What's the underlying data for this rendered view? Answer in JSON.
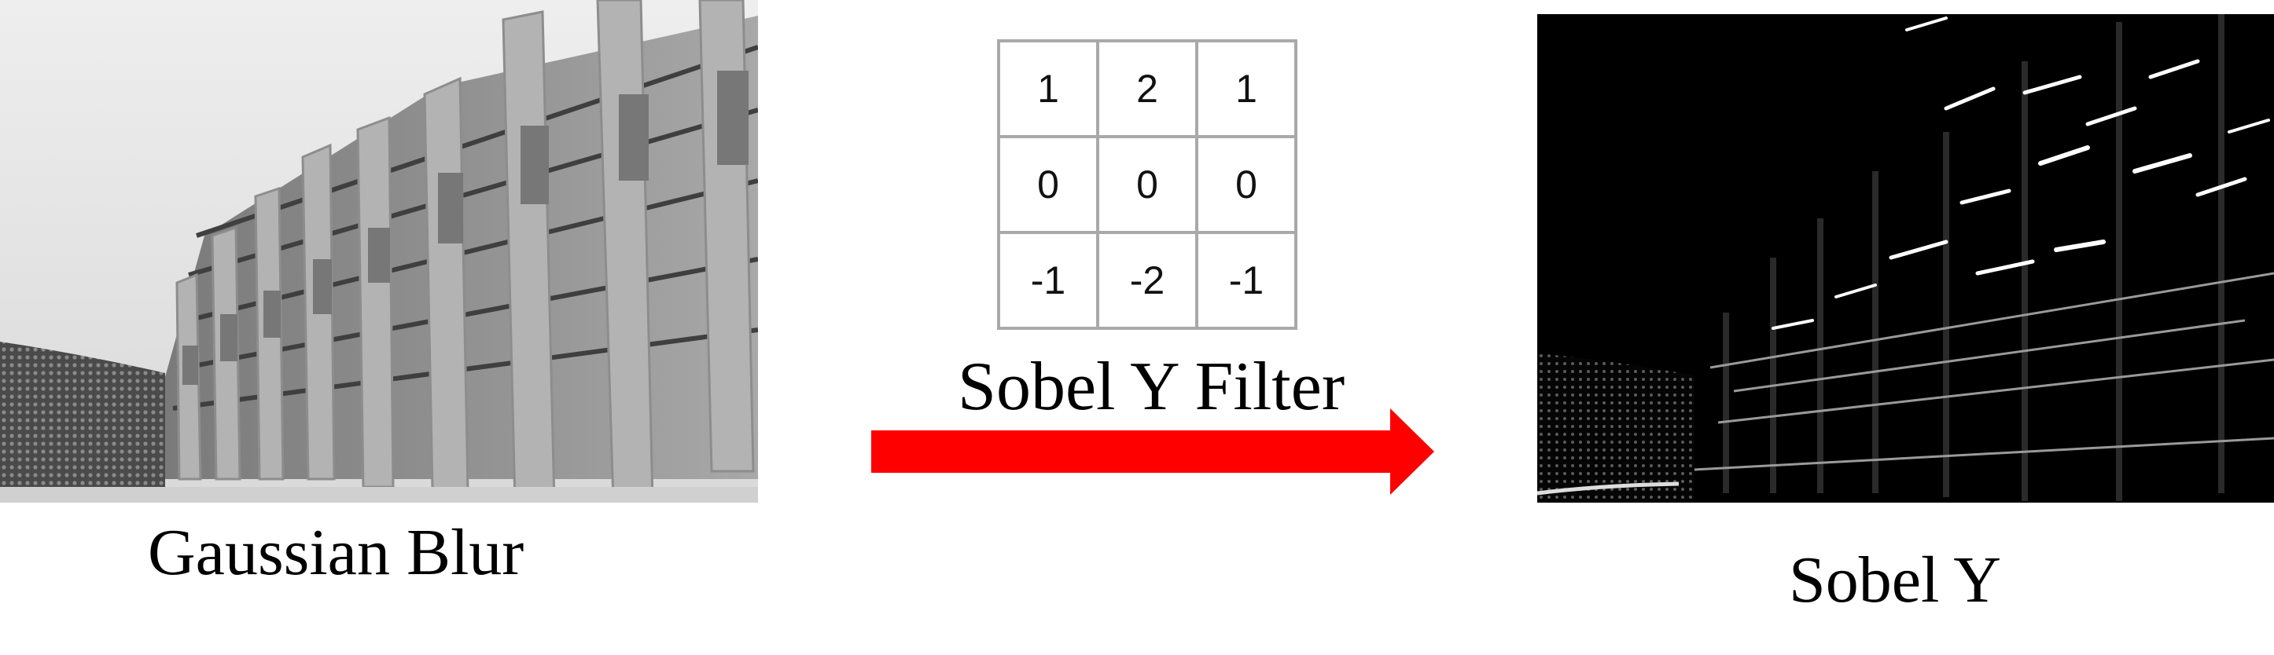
{
  "left_panel": {
    "caption": "Gaussian Blur"
  },
  "right_panel": {
    "caption": "Sobel Y"
  },
  "filter": {
    "title": "Sobel Y Filter",
    "kernel": [
      [
        "1",
        "2",
        "1"
      ],
      [
        "0",
        "0",
        "0"
      ],
      [
        "-1",
        "-2",
        "-1"
      ]
    ]
  },
  "colors": {
    "arrow": "#ff0000",
    "grid_border": "#a9a9a9"
  }
}
